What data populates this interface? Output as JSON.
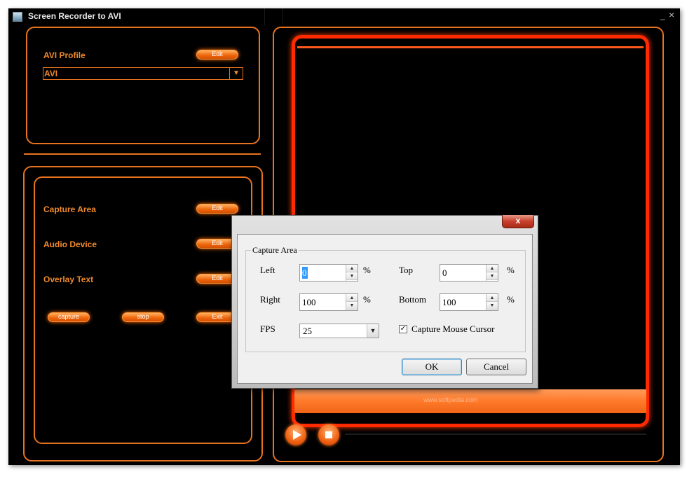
{
  "window": {
    "title": "Screen Recorder to AVI",
    "minimize_glyph": "_",
    "close_glyph": "×"
  },
  "profile_panel": {
    "label": "AVI Profile",
    "edit_label": "Edit",
    "profile_value": "AVI",
    "dropdown_glyph": "▼"
  },
  "settings_panel": {
    "capture_area_label": "Capture Area",
    "audio_device_label": "Audio Device",
    "overlay_text_label": "Overlay Text",
    "edit_label": "Edit",
    "capture_button": "capture",
    "stop_button": "stop",
    "exit_button": "Exit"
  },
  "dialog": {
    "close_glyph": "x",
    "group_title": "Capture Area",
    "left_label": "Left",
    "left_value": "0",
    "top_label": "Top",
    "top_value": "0",
    "right_label": "Right",
    "right_value": "100",
    "bottom_label": "Bottom",
    "bottom_value": "100",
    "percent": "%",
    "fps_label": "FPS",
    "fps_value": "25",
    "capture_cursor_label": "Capture Mouse Cursor",
    "capture_cursor_checked": true,
    "ok_label": "OK",
    "cancel_label": "Cancel"
  },
  "watermark": {
    "brand": "SOFTPEDIA",
    "url": "www.softpedia.com"
  },
  "colors": {
    "accent": "#e8731f",
    "glow": "#ff2a00",
    "background": "#000000"
  }
}
